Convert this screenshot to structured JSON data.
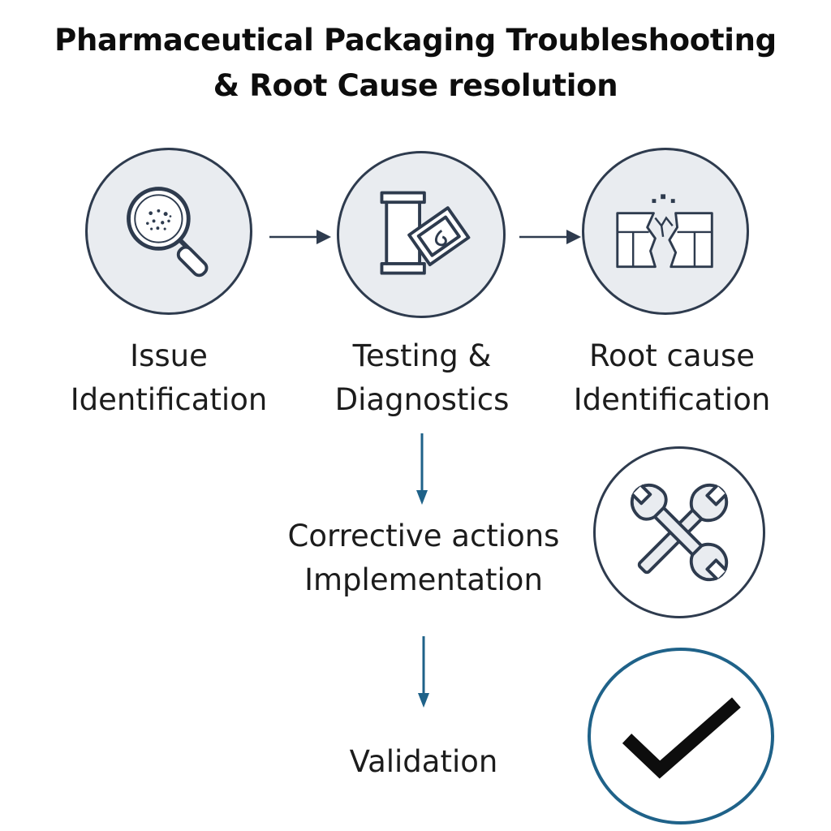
{
  "title": {
    "line1": "Pharmaceutical Packaging Troubleshooting",
    "line2": "& Root Cause resolution"
  },
  "steps": [
    {
      "line1": "Issue",
      "line2": "Identification",
      "icon": "magnifying-glass-icon"
    },
    {
      "line1": "Testing &",
      "line2": "Diagnostics",
      "icon": "package-test-icon"
    },
    {
      "line1": "Root cause",
      "line2": "Identification",
      "icon": "cracked-structure-icon"
    },
    {
      "line1": "Corrective actions",
      "line2": "Implementation",
      "icon": "wrench-cross-icon"
    },
    {
      "line1": "Validation",
      "icon": "checkmark-icon"
    }
  ],
  "colors": {
    "node_fill": "#e9ecf0",
    "node_border": "#2e3b4e",
    "accent_blue": "#1f6289",
    "text": "#1c1c1c"
  }
}
